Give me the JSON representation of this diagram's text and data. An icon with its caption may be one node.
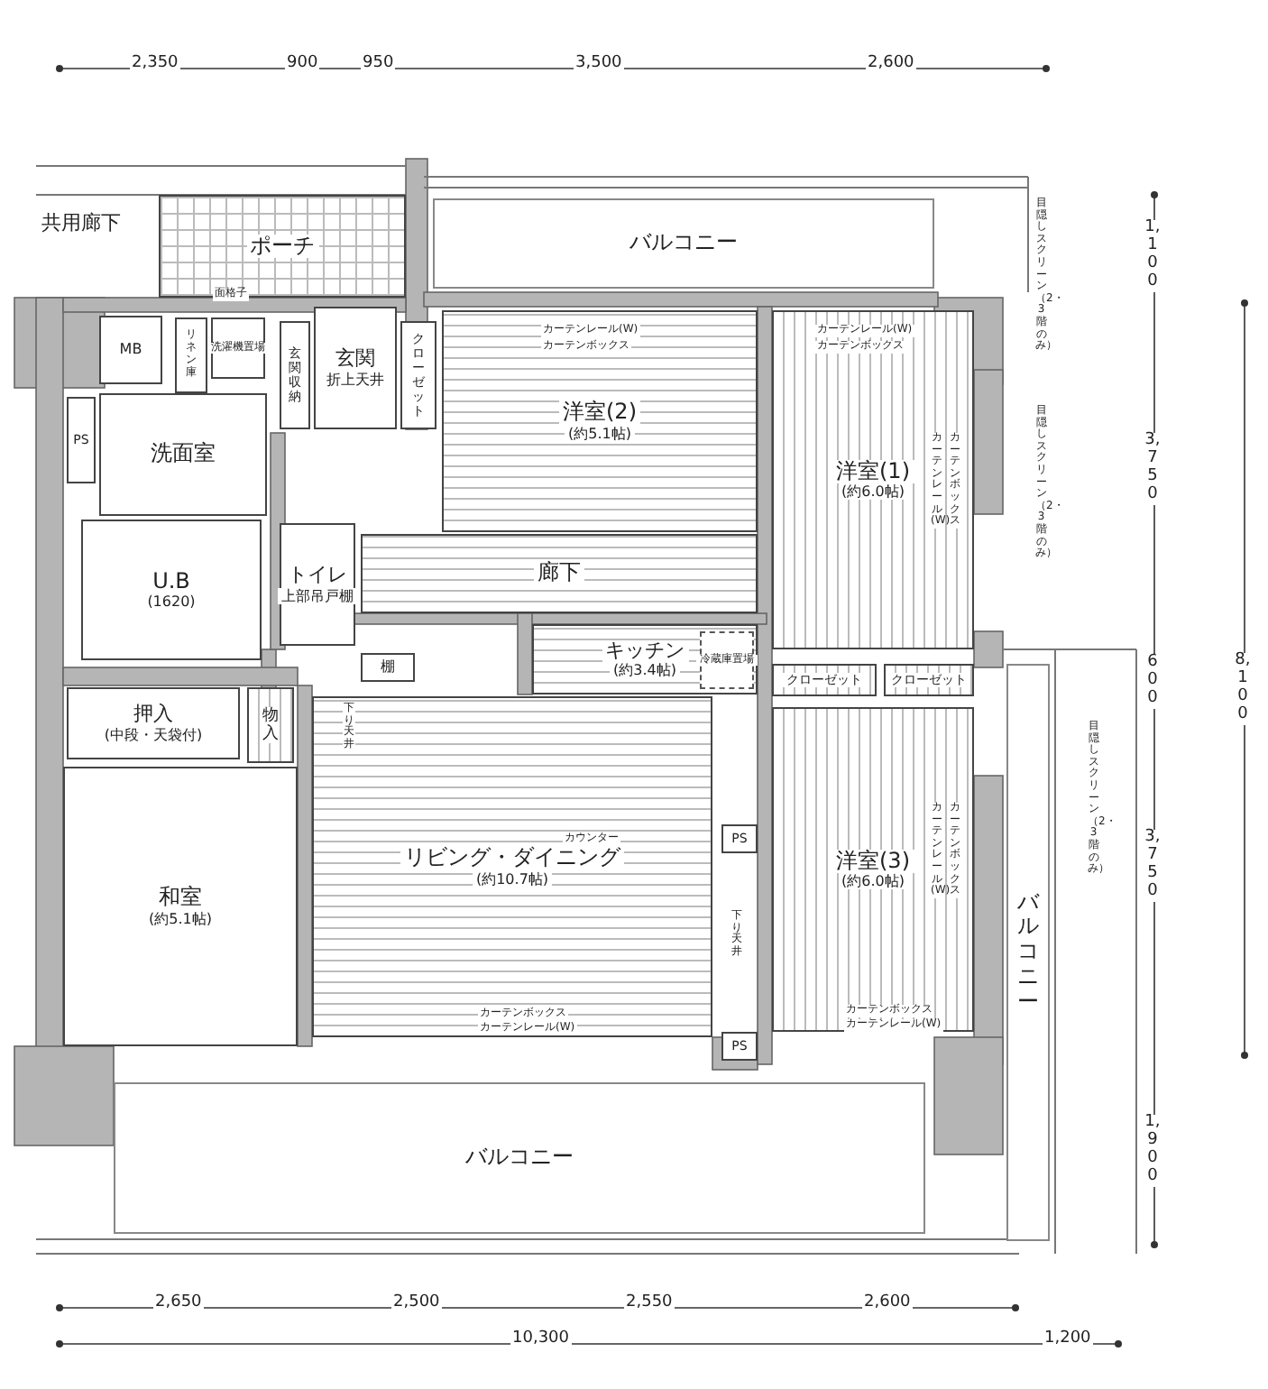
{
  "diagram": {
    "nodes": [
      {
        "text": [
          "ポーチ"
        ]
      },
      {
        "text": [
          "MB"
        ]
      },
      {
        "text": [
          "PS"
        ]
      },
      {
        "text": [
          "リネン庫"
        ]
      },
      {
        "text": [
          "洗濯機置場"
        ]
      },
      {
        "text": [
          "玄関収納"
        ]
      },
      {
        "text": [
          "玄関",
          "折上天井"
        ]
      },
      {
        "text": [
          "洗面室"
        ]
      },
      {
        "text": [
          "U.B",
          "(1620)"
        ]
      },
      {
        "text": [
          "トイレ",
          "上部吊戸棚"
        ]
      },
      {
        "text": [
          "棚"
        ]
      },
      {
        "text": [
          "押入",
          "(中段・天袋付)"
        ]
      },
      {
        "text": [
          "物入"
        ]
      },
      {
        "text": [
          "和室",
          "(約5.1帖)"
        ]
      },
      {
        "text": [
          "クローゼット"
        ]
      },
      {
        "text": [
          "洋室(2)",
          "(約5.1帖)"
        ]
      },
      {
        "text": [
          "廊下"
        ]
      },
      {
        "text": [
          "キッチン",
          "(約3.4帖)"
        ]
      },
      {
        "text": [
          "冷蔵庫置場"
        ],
        "in": 17
      },
      {
        "text": [
          "洋室(1)",
          "(約6.0帖)"
        ]
      },
      {
        "text": [
          "クローゼット"
        ]
      },
      {
        "text": [
          "クローゼット"
        ]
      },
      {
        "text": [
          "洋室(3)",
          "(約6.0帖)"
        ]
      },
      {
        "text": [
          "リビング・ダイニング",
          "(約10.7帖)"
        ]
      },
      {
        "text": [
          "PS"
        ]
      },
      {
        "text": [
          "PS"
        ]
      },
      {
        "text": [
          "バルコニー"
        ]
      },
      {
        "text": [
          "バルコニー"
        ]
      },
      {
        "text": [
          "バルコニー"
        ]
      }
    ],
    "labels": [
      "共用廊下",
      "面格子",
      "2,350",
      "900",
      "950",
      "3,500",
      "2,600",
      "1,100",
      "3,750",
      "600",
      "3,750",
      "1,900",
      "8,100",
      "2,650",
      "2,500",
      "2,550",
      "2,600",
      "10,300",
      "1,200",
      "カーテンレール(W)",
      "カーテンボックス",
      "カーテンレール(W)",
      "カーテンボックス",
      "目隠しスクリーン（2・3階のみ）",
      "目隠しスクリーン（2・3階のみ）",
      "カーテンレール(W)",
      "カーテンボックス",
      "下り天井",
      "カウンター",
      "下り天井",
      "目隠しスクリーン（2・3階のみ）",
      "カーテンレール(W)",
      "カーテンボックス",
      "カーテンボックス",
      "カーテンレール(W)",
      "カーテンボックス",
      "カーテンレール(W)"
    ]
  }
}
